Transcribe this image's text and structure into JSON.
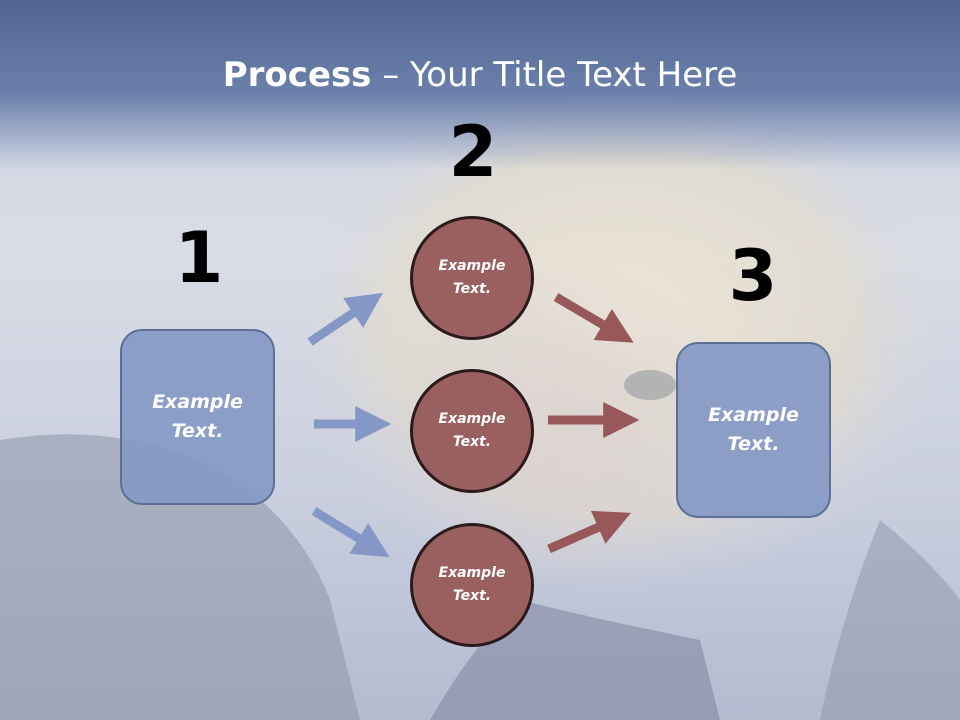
{
  "title": {
    "bold": "Process",
    "rest": " – Your Title Text Here"
  },
  "steps": [
    {
      "number": "1",
      "label": "Example\nText."
    },
    {
      "number": "2",
      "label": "Example\nText."
    },
    {
      "number": "3",
      "label": "Example\nText."
    }
  ],
  "circles": [
    {
      "label": "Example\nText."
    },
    {
      "label": "Example\nText."
    },
    {
      "label": "Example\nText."
    }
  ],
  "colors": {
    "box_fill": "#8699c4",
    "circle_fill": "#9a6060",
    "blue_arrow": "#8597c6",
    "red_arrow": "#98585a",
    "title_band": "#5a6f9c"
  }
}
